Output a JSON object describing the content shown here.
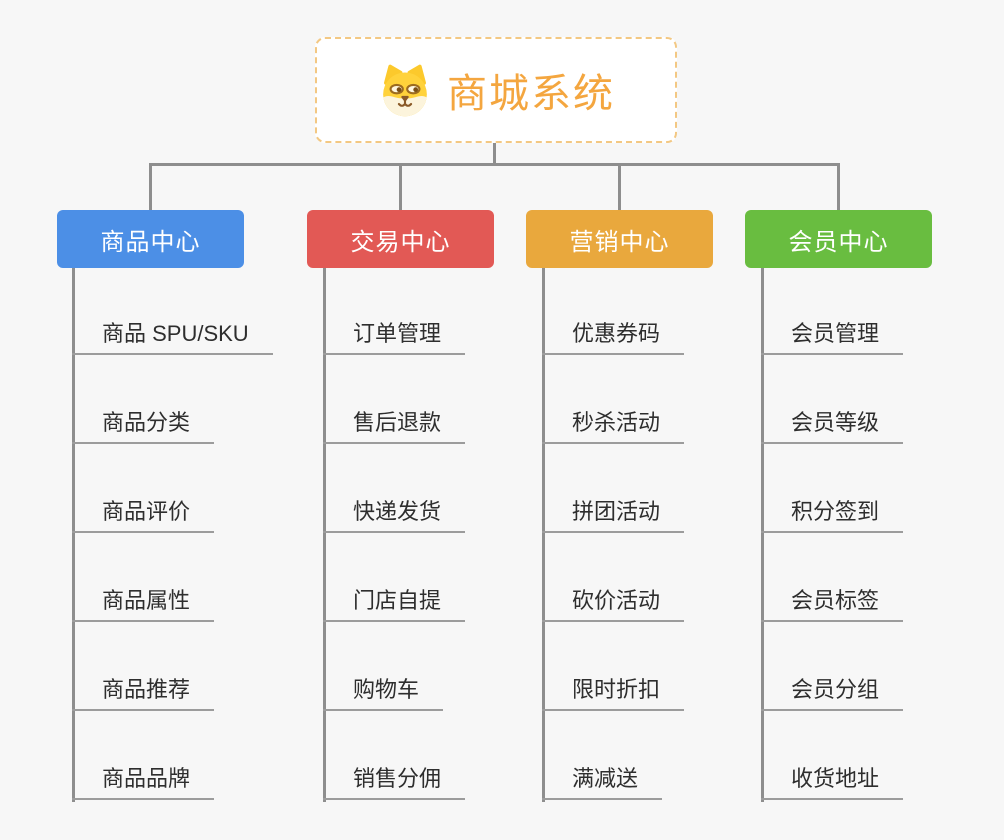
{
  "background_color": "#f7f7f7",
  "connector_color": "#8e8e8e",
  "root": {
    "title": "商城系统",
    "icon": "dog-face-icon",
    "text_color": "#f4a63f",
    "border_color": "#f3c883"
  },
  "branches": [
    {
      "label": "商品中心",
      "color": "#4c8fe6",
      "children": [
        "商品 SPU/SKU",
        "商品分类",
        "商品评价",
        "商品属性",
        "商品推荐",
        "商品品牌"
      ]
    },
    {
      "label": "交易中心",
      "color": "#e25955",
      "children": [
        "订单管理",
        "售后退款",
        "快递发货",
        "门店自提",
        "购物车",
        "销售分佣"
      ]
    },
    {
      "label": "营销中心",
      "color": "#e9a83d",
      "children": [
        "优惠券码",
        "秒杀活动",
        "拼团活动",
        "砍价活动",
        "限时折扣",
        "满减送"
      ]
    },
    {
      "label": "会员中心",
      "color": "#69bd40",
      "children": [
        "会员管理",
        "会员等级",
        "积分签到",
        "会员标签",
        "会员分组",
        "收货地址"
      ]
    }
  ]
}
